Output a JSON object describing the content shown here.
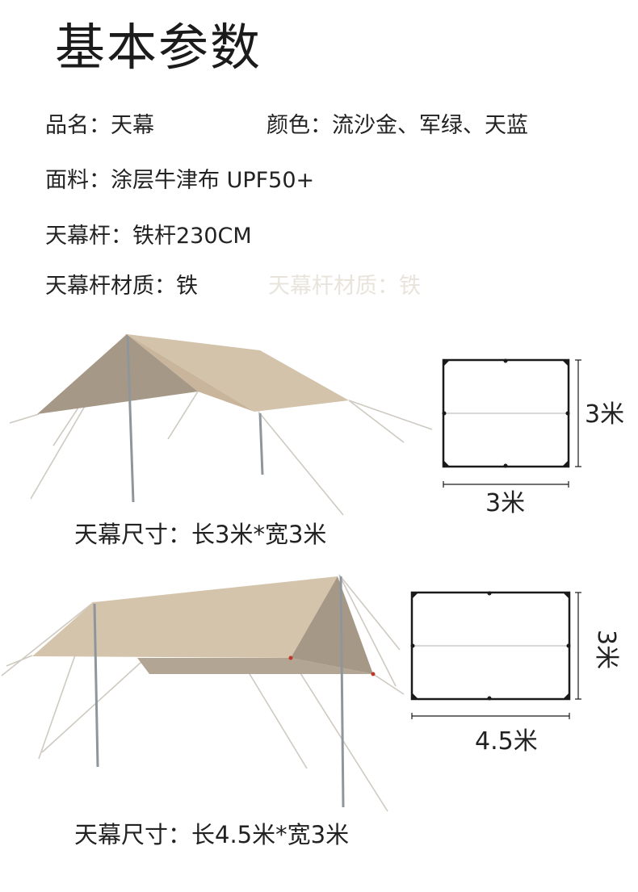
{
  "title": "基本参数",
  "specs": {
    "name": "品名：天幕",
    "color": "颜色：流沙金、军绿、天蓝",
    "fabric": "面料：涂层牛津布   UPF50+",
    "pole": "天幕杆：铁杆230CM",
    "pole_material": "天幕杆材质：铁",
    "pole_material_ghost": "天幕杆材质：铁"
  },
  "products": [
    {
      "caption": "天幕尺寸：长3米*宽3米",
      "width_label": "3米",
      "height_label": "3米"
    },
    {
      "caption": "天幕尺寸：长4.5米*宽3米",
      "width_label": "4.5米",
      "height_label": "3米"
    }
  ],
  "colors": {
    "tarp_light": "#d2c1a8",
    "tarp_dark": "#a8998a",
    "pole": "#9aa0a4",
    "rope": "#c9c4bb",
    "diagram_line": "#1a1a1a"
  }
}
